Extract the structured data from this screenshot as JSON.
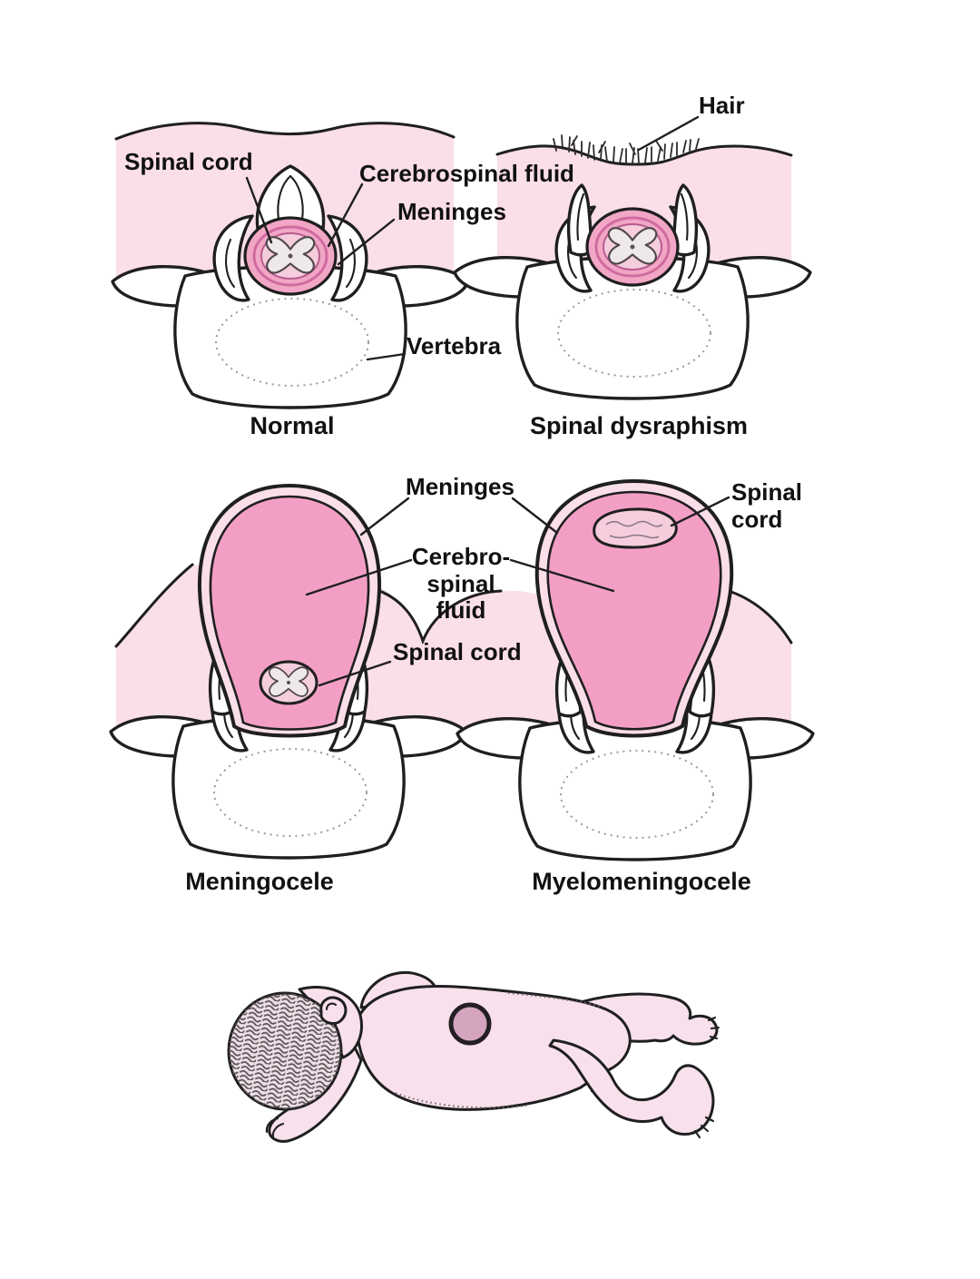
{
  "panels": {
    "normal": {
      "caption": "Normal",
      "labels": {
        "spinal_cord": "Spinal cord",
        "cerebrospinal_fluid": "Cerebrospinal fluid",
        "meninges": "Meninges",
        "vertebra": "Vertebra"
      }
    },
    "spinal_dysraphism": {
      "caption": "Spinal dysraphism",
      "labels": {
        "hair": "Hair"
      }
    },
    "meningocele": {
      "caption": "Meningocele",
      "labels": {
        "meninges": "Meninges",
        "cerebrospinal_fluid_lines": [
          "Cerebro-",
          "spinal",
          "fluid"
        ],
        "spinal_cord": "Spinal cord"
      }
    },
    "myelomeningocele": {
      "caption": "Myelomeningocele",
      "labels": {
        "spinal_cord_lines": [
          "Spinal",
          "cord"
        ]
      }
    }
  },
  "colors": {
    "skin": "#fadee9",
    "csf_fluid": "#f39fc5",
    "meninges_ring": "#f2a6c6",
    "cord_interior": "#f5cddd",
    "bone": "#ffffff",
    "outline": "#1f1f1f",
    "gray_matter": "#efe8ea",
    "baby_skin": "#f8e0ec",
    "sac_bump": "#d5a5c0",
    "label_text": "#111111"
  }
}
